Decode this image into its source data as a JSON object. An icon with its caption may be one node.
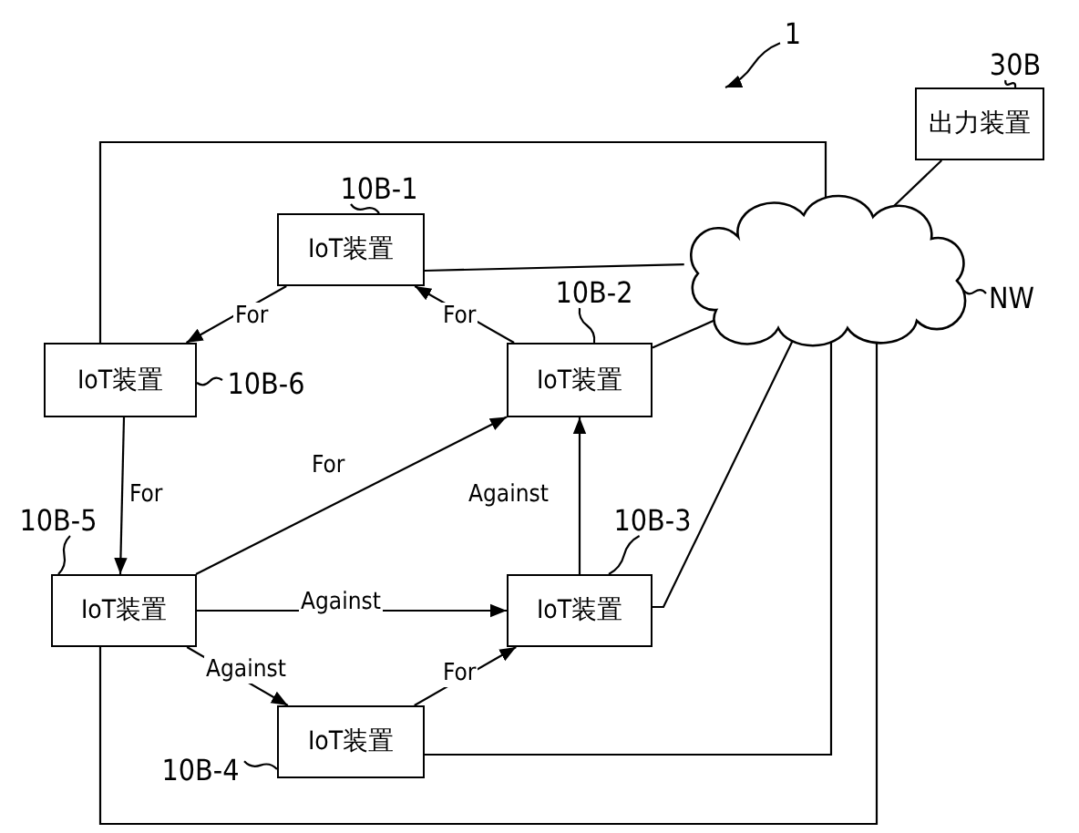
{
  "diagram": {
    "nodes": [
      {
        "text": [
          "1"
        ]
      },
      {
        "text": [
          "30B"
        ]
      },
      {
        "text": [
          "出力装置"
        ]
      },
      {
        "text": [
          "10B-1"
        ]
      },
      {
        "text": [
          "IoT装置"
        ]
      },
      {
        "text": [],
        "shape": "cloud"
      },
      {
        "text": [
          "NW"
        ]
      },
      {
        "text": [
          "10B-2"
        ]
      },
      {
        "text": [
          "IoT装置"
        ]
      },
      {
        "text": [
          "10B-6"
        ]
      },
      {
        "text": [
          "IoT装置"
        ]
      },
      {
        "text": [
          "10B-5"
        ]
      },
      {
        "text": [
          "10B-3"
        ]
      },
      {
        "text": [
          "IoT装置"
        ]
      },
      {
        "text": [
          "IoT装置"
        ]
      },
      {
        "text": [
          "IoT装置"
        ]
      },
      {
        "text": [
          "10B-4"
        ]
      }
    ],
    "edges": [
      {
        "from": 0,
        "to": null,
        "arrow": "to"
      },
      {
        "from": 1,
        "to": 2,
        "arrow": "none"
      },
      {
        "from": 3,
        "to": 4,
        "arrow": "none"
      },
      {
        "from": 6,
        "to": 5,
        "arrow": "none"
      },
      {
        "from": 7,
        "to": 10,
        "arrow": "none"
      },
      {
        "from": 9,
        "to": 8,
        "arrow": "none"
      },
      {
        "from": 11,
        "to": 13,
        "arrow": "none"
      },
      {
        "from": 12,
        "to": 14,
        "arrow": "none"
      },
      {
        "from": 16,
        "to": 15,
        "arrow": "none"
      },
      {
        "from": 4,
        "to": 8,
        "arrow": "to",
        "label": "For"
      },
      {
        "from": 10,
        "to": 4,
        "arrow": "to",
        "label": "For"
      },
      {
        "from": 8,
        "to": 13,
        "arrow": "to",
        "label": "For"
      },
      {
        "from": 13,
        "to": 10,
        "arrow": "to",
        "label": "For"
      },
      {
        "from": 14,
        "to": 10,
        "arrow": "to",
        "label": "Against"
      },
      {
        "from": 13,
        "to": 14,
        "arrow": "to",
        "label": "Against"
      },
      {
        "from": 13,
        "to": 15,
        "arrow": "to",
        "label": "Against"
      },
      {
        "from": 15,
        "to": 14,
        "arrow": "to",
        "label": "For"
      },
      {
        "from": 2,
        "to": 5,
        "arrow": "none"
      },
      {
        "from": 4,
        "to": 5,
        "arrow": "none"
      },
      {
        "from": 10,
        "to": 5,
        "arrow": "none"
      },
      {
        "from": 14,
        "to": 5,
        "arrow": "none"
      },
      {
        "from": 8,
        "to": 5,
        "arrow": "none"
      },
      {
        "from": 15,
        "to": 5,
        "arrow": "none"
      },
      {
        "from": 13,
        "to": 5,
        "arrow": "none"
      }
    ]
  }
}
